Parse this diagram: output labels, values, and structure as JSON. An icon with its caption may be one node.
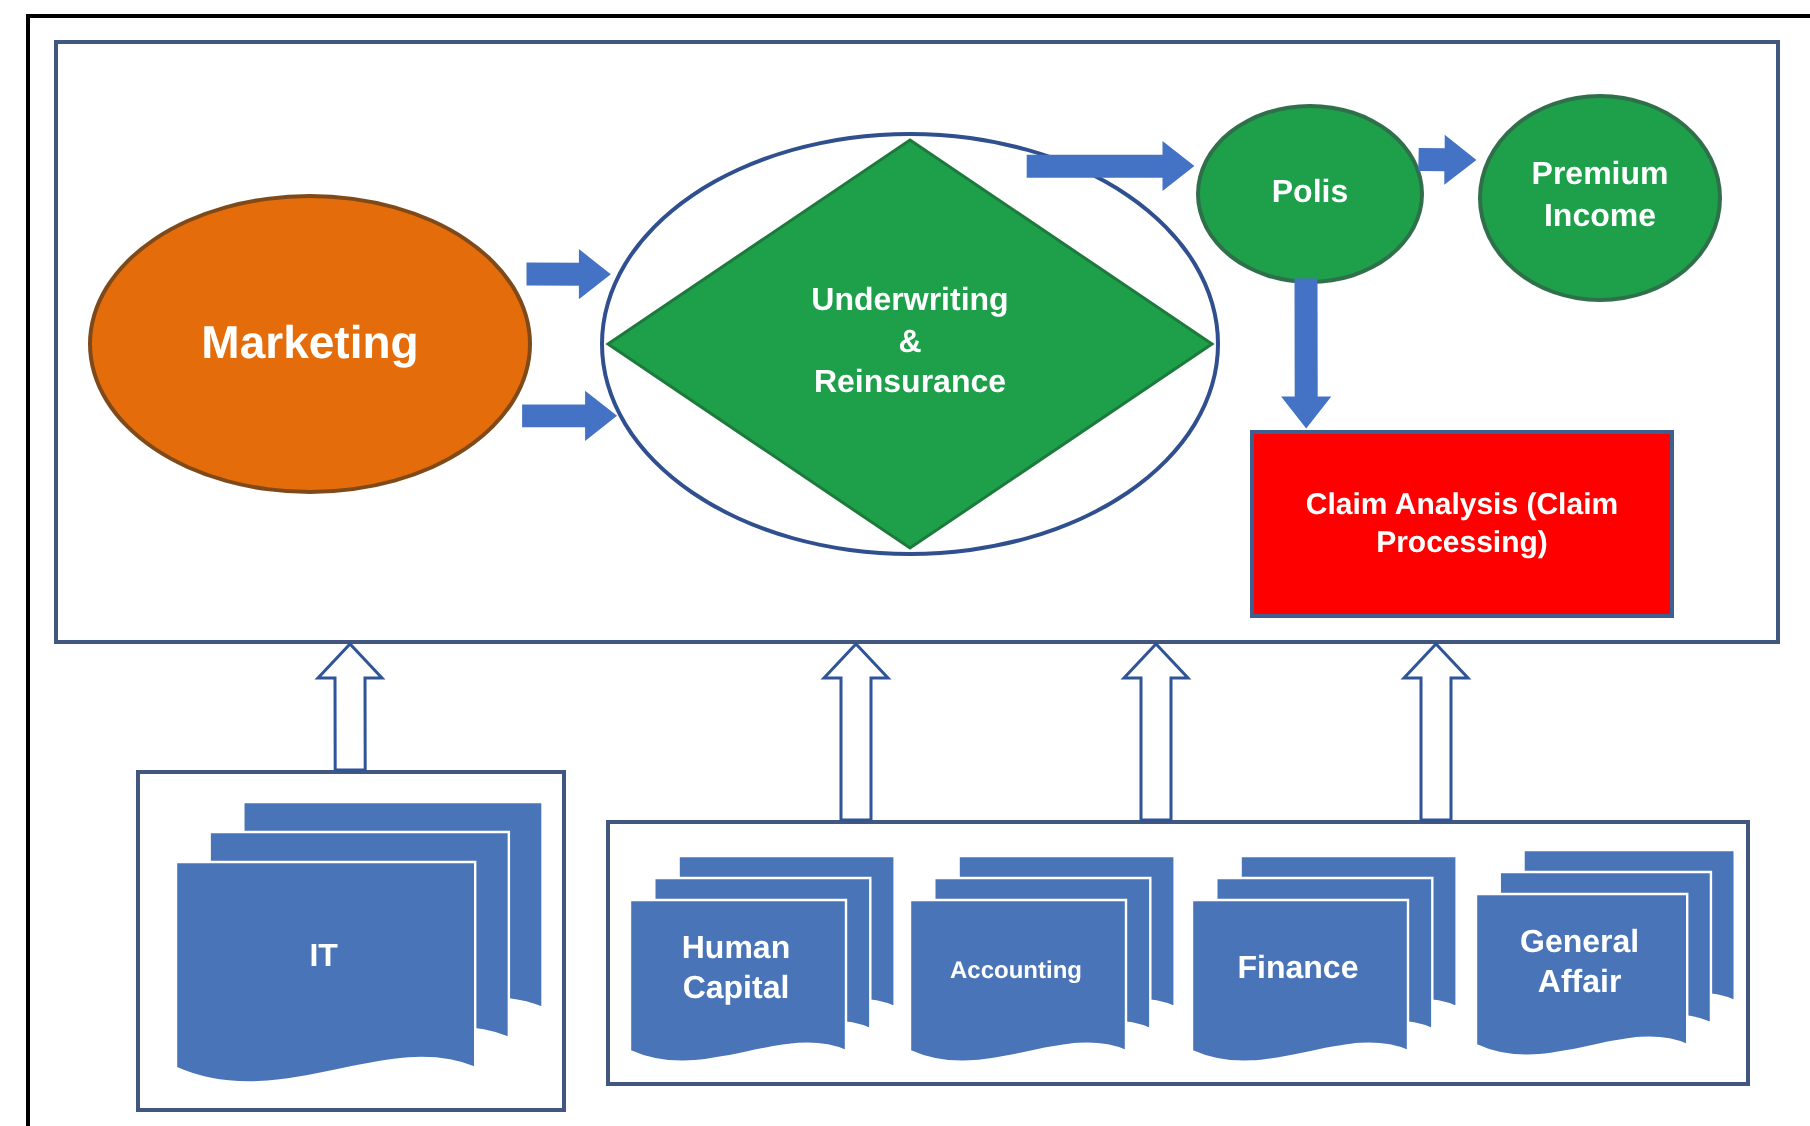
{
  "diagram": {
    "nodes": [
      {
        "text": [],
        "shape": "box"
      },
      {
        "text": [
          "Marketing"
        ],
        "in": 0
      },
      {
        "text": [],
        "shape": "ellipse",
        "in": 0
      },
      {
        "text": [
          "Underwriting & Reinsurance"
        ],
        "in": 2
      },
      {
        "text": [
          "Polis"
        ],
        "in": 0
      },
      {
        "text": [
          "Premium Income"
        ],
        "in": 0
      },
      {
        "text": [
          "Claim Analysis (Claim Processing)"
        ],
        "in": 0
      },
      {
        "text": [],
        "shape": "box"
      },
      {
        "text": [
          "IT"
        ],
        "in": 7
      },
      {
        "text": [],
        "shape": "box"
      },
      {
        "text": [
          "Human Capital"
        ],
        "in": 9
      },
      {
        "text": [
          "Accounting"
        ],
        "in": 9
      },
      {
        "text": [
          "Finance"
        ],
        "in": 9
      },
      {
        "text": [
          "General Affair"
        ],
        "in": 9
      }
    ],
    "edges": [
      {
        "from": 1,
        "to": 2,
        "arrow": "to",
        "style": "thick"
      },
      {
        "from": 1,
        "to": 2,
        "arrow": "to",
        "style": "thick"
      },
      {
        "from": 2,
        "to": 4,
        "arrow": "to",
        "style": "thick"
      },
      {
        "from": 4,
        "to": 5,
        "arrow": "to",
        "style": "thick"
      },
      {
        "from": 4,
        "to": 6,
        "arrow": "to",
        "style": "thick"
      },
      {
        "from": 7,
        "to": 0,
        "arrow": "to"
      },
      {
        "from": 9,
        "to": 0,
        "arrow": "to"
      },
      {
        "from": 9,
        "to": 0,
        "arrow": "to"
      },
      {
        "from": 9,
        "to": 0,
        "arrow": "to"
      }
    ]
  }
}
